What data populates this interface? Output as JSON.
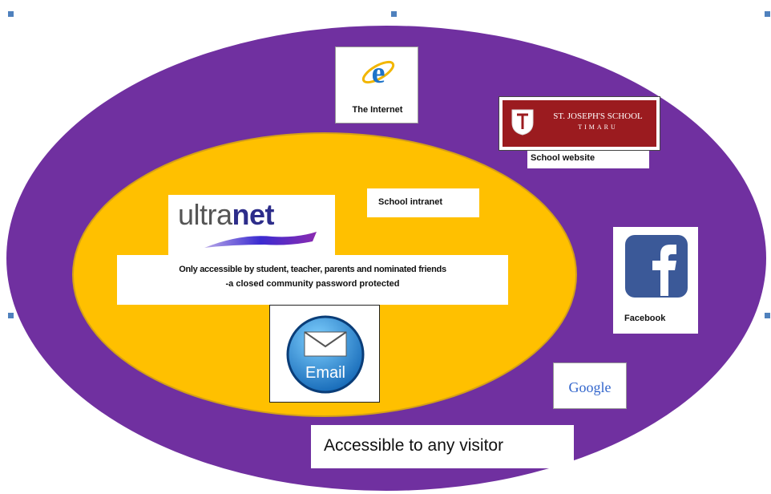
{
  "nodes": {
    "internet": {
      "label": "The Internet",
      "icon": "internet-explorer-icon"
    },
    "school_site": {
      "label": "School website",
      "banner_line1": "ST. JOSEPH'S SCHOOL",
      "banner_line2": "TIMARU",
      "icon": "school-crest-icon"
    },
    "intranet": {
      "label": "School intranet"
    },
    "ultranet": {
      "logo_text_a": "ultra",
      "logo_text_b": "net"
    },
    "access_note": {
      "line1": "Only accessible by student, teacher, parents  and nominated friends",
      "line2": "-a closed community password protected"
    },
    "email": {
      "label": "Email",
      "icon": "email-envelope-icon"
    },
    "facebook": {
      "label": "Facebook",
      "icon": "facebook-f-icon"
    },
    "google": {
      "label": "Google"
    },
    "visitor": {
      "label": "Accessible to any visitor"
    }
  },
  "colors": {
    "outer": "#7030a0",
    "inner": "#ffc000",
    "school_banner": "#9b1b1f",
    "facebook": "#3b5998"
  }
}
